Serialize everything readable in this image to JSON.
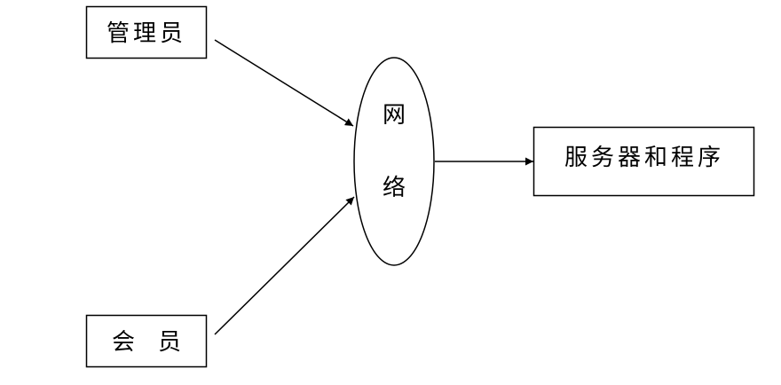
{
  "nodes": {
    "admin": "管理员",
    "member": "会　员",
    "network_line1": "网",
    "network_line2": "络",
    "server": "服务器和程序"
  }
}
